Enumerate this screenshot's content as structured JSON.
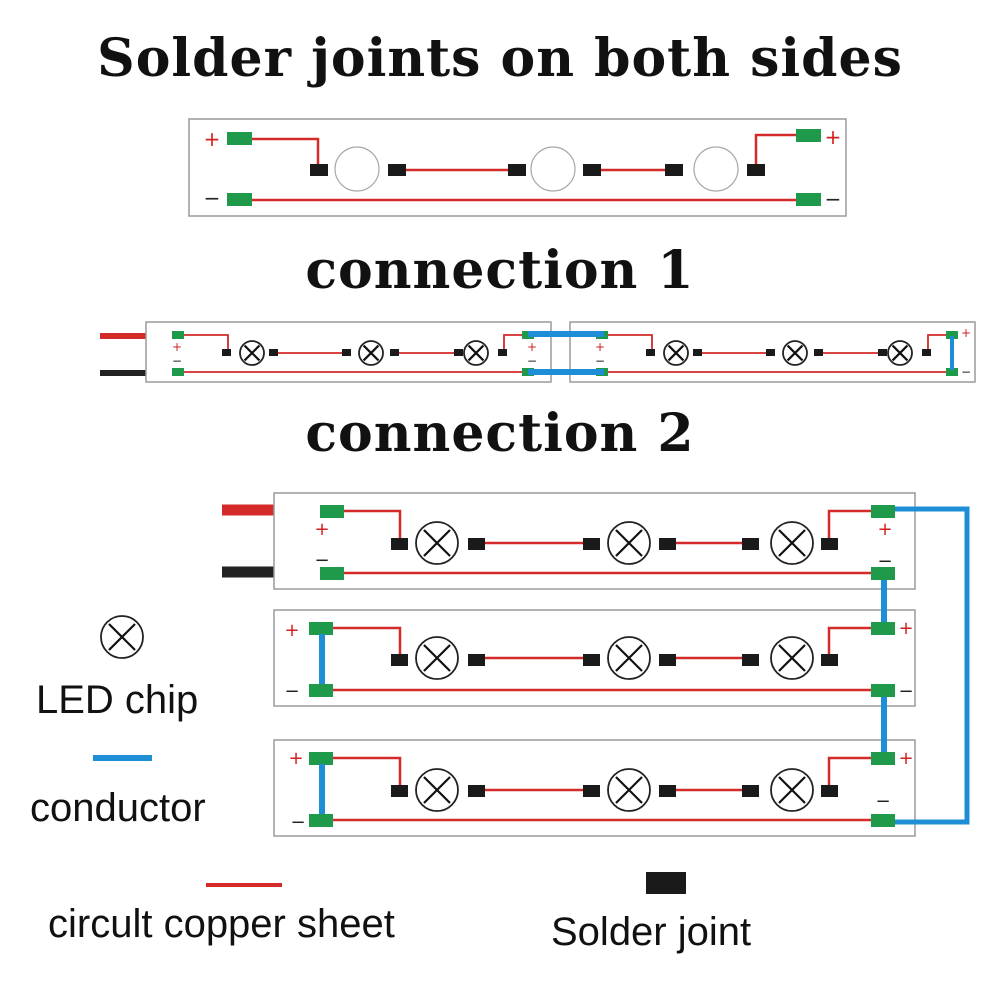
{
  "titles": {
    "main": "Solder joints on both sides",
    "connection1": "connection 1",
    "connection2": "connection 2"
  },
  "legend": {
    "led": "LED chip",
    "conductor": "conductor",
    "copper": "circult copper sheet",
    "solder": "Solder joint"
  },
  "symbols": {
    "plus": "+",
    "minus": "−"
  },
  "colors": {
    "copper_trace": "#d42a2a",
    "conductor": "#1e8fd6",
    "pad": "#1f9a4a",
    "solder_joint": "#1a1a1a",
    "board_outline": "#9a9a9a",
    "wire_positive": "#d42a2a",
    "wire_negative": "#222222"
  },
  "icons": [
    "led-chip-icon",
    "solder-joint-icon",
    "pad-icon",
    "conductor-icon"
  ]
}
